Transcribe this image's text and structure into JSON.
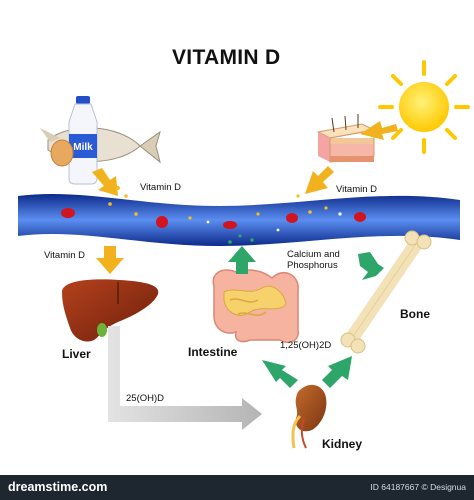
{
  "title": "VITAMIN D",
  "labels": {
    "vitamin_d_food": "Vitamin D",
    "vitamin_d_skin": "Vitamin D",
    "vitamin_d_liver": "Vitamin D",
    "calcium_phosphorus": "Calcium and\nPhosphorus",
    "liver": "Liver",
    "intestine": "Intestine",
    "bone": "Bone",
    "kidney": "Kidney",
    "calcitriol": "1,25(OH)2D",
    "calcidiol": "25(OH)D",
    "milk": "Milk"
  },
  "footer": {
    "brand": "dreamstime.com",
    "image_id": "ID 64187667 © Designua"
  },
  "colors": {
    "arrow_orange": "#f2b21e",
    "arrow_green": "#2ea66a",
    "arrow_gray": "#c9c9c9",
    "sun": "#ffd21a",
    "vessel": "#1c3fae",
    "blood_cell": "#d1141f",
    "liver": "#8b2a10",
    "bone": "#f3e2b8"
  }
}
